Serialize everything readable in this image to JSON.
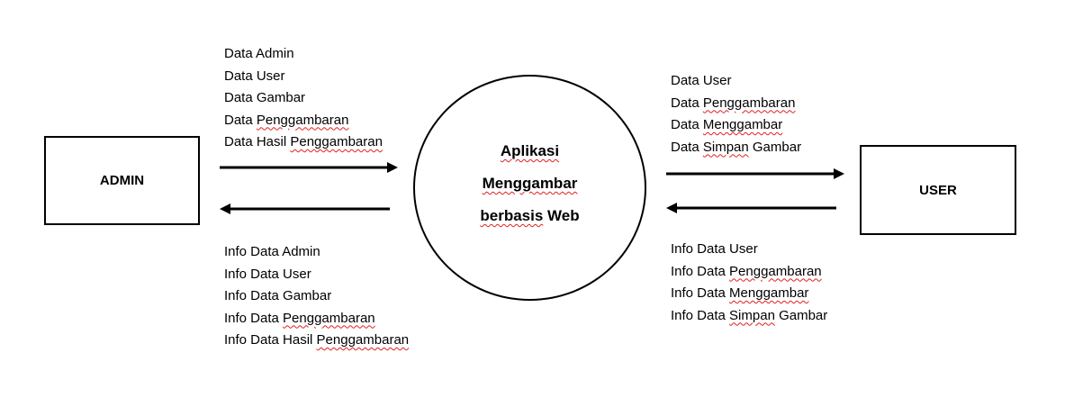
{
  "entities": {
    "admin": "ADMIN",
    "user": "USER"
  },
  "process": {
    "line1": "Aplikasi",
    "line2": "Menggambar",
    "line3_part1": "berbasis",
    "line3_part2": " Web"
  },
  "flows": {
    "admin_to_system": [
      {
        "pre": "Data Admin",
        "sq": "",
        "post": ""
      },
      {
        "pre": "Data User",
        "sq": "",
        "post": ""
      },
      {
        "pre": "Data Gambar",
        "sq": "",
        "post": ""
      },
      {
        "pre": "Data ",
        "sq": "Penggambaran",
        "post": ""
      },
      {
        "pre": "Data Hasil ",
        "sq": "Penggambaran",
        "post": ""
      }
    ],
    "system_to_admin": [
      {
        "pre": "Info Data Admin",
        "sq": "",
        "post": ""
      },
      {
        "pre": "Info Data User",
        "sq": "",
        "post": ""
      },
      {
        "pre": "Info Data Gambar",
        "sq": "",
        "post": ""
      },
      {
        "pre": "Info Data ",
        "sq": "Penggambaran",
        "post": ""
      },
      {
        "pre": "Info Data Hasil ",
        "sq": "Penggambaran",
        "post": ""
      }
    ],
    "system_to_user": [
      {
        "pre": "Data User",
        "sq": "",
        "post": ""
      },
      {
        "pre": "Data ",
        "sq": "Penggambaran",
        "post": ""
      },
      {
        "pre": "Data ",
        "sq": "Menggambar",
        "post": ""
      },
      {
        "pre": "Data ",
        "sq": "Simpan",
        "post": " Gambar"
      }
    ],
    "user_to_system": [
      {
        "pre": "Info Data User",
        "sq": "",
        "post": ""
      },
      {
        "pre": "Info Data ",
        "sq": "Penggambaran",
        "post": ""
      },
      {
        "pre": "Info Data ",
        "sq": "Menggambar",
        "post": ""
      },
      {
        "pre": "Info Data ",
        "sq": "Simpan",
        "post": " Gambar"
      }
    ]
  },
  "colors": {
    "line": "#000000",
    "spellcheck_underline": "#e02020",
    "background": "#ffffff"
  }
}
